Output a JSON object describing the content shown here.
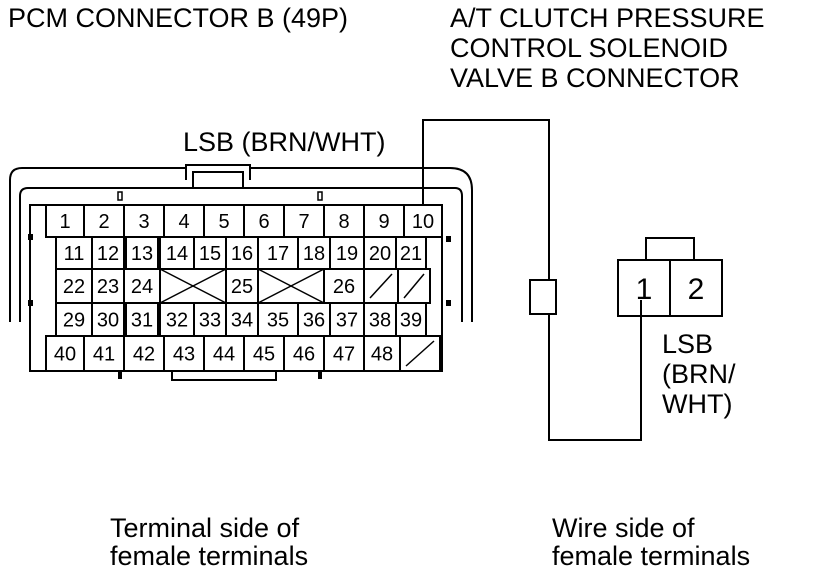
{
  "labels": {
    "pcm_connector": "PCM CONNECTOR B (49P)",
    "solenoid_line1": "A/T CLUTCH PRESSURE",
    "solenoid_line2": "CONTROL SOLENOID",
    "solenoid_line3": "VALVE B CONNECTOR",
    "lsb_wire": "LSB (BRN/WHT)",
    "lsb_line1": "LSB",
    "lsb_line2": "(BRN/",
    "lsb_line3": "WHT)",
    "terminal_side_line1": "Terminal side of",
    "terminal_side_line2": "female terminals",
    "wire_side_line1": "Wire side of",
    "wire_side_line2": "female terminals"
  },
  "pcm_rows": [
    [
      "1",
      "2",
      "3",
      "4",
      "5",
      "6",
      "7",
      "8",
      "9",
      "10"
    ],
    [
      "11",
      "12",
      "13",
      "14",
      "15",
      "16",
      "17",
      "18",
      "19",
      "20",
      "21"
    ],
    [
      "22",
      "23",
      "24",
      "",
      "25",
      "",
      "26",
      "",
      ""
    ],
    [
      "29",
      "30",
      "31",
      "32",
      "33",
      "34",
      "35",
      "36",
      "37",
      "38",
      "39"
    ],
    [
      "40",
      "41",
      "42",
      "43",
      "44",
      "45",
      "46",
      "47",
      "48",
      ""
    ]
  ],
  "solenoid_pins": [
    "1",
    "2"
  ],
  "colors": {
    "line": "#000000",
    "background": "#ffffff"
  }
}
